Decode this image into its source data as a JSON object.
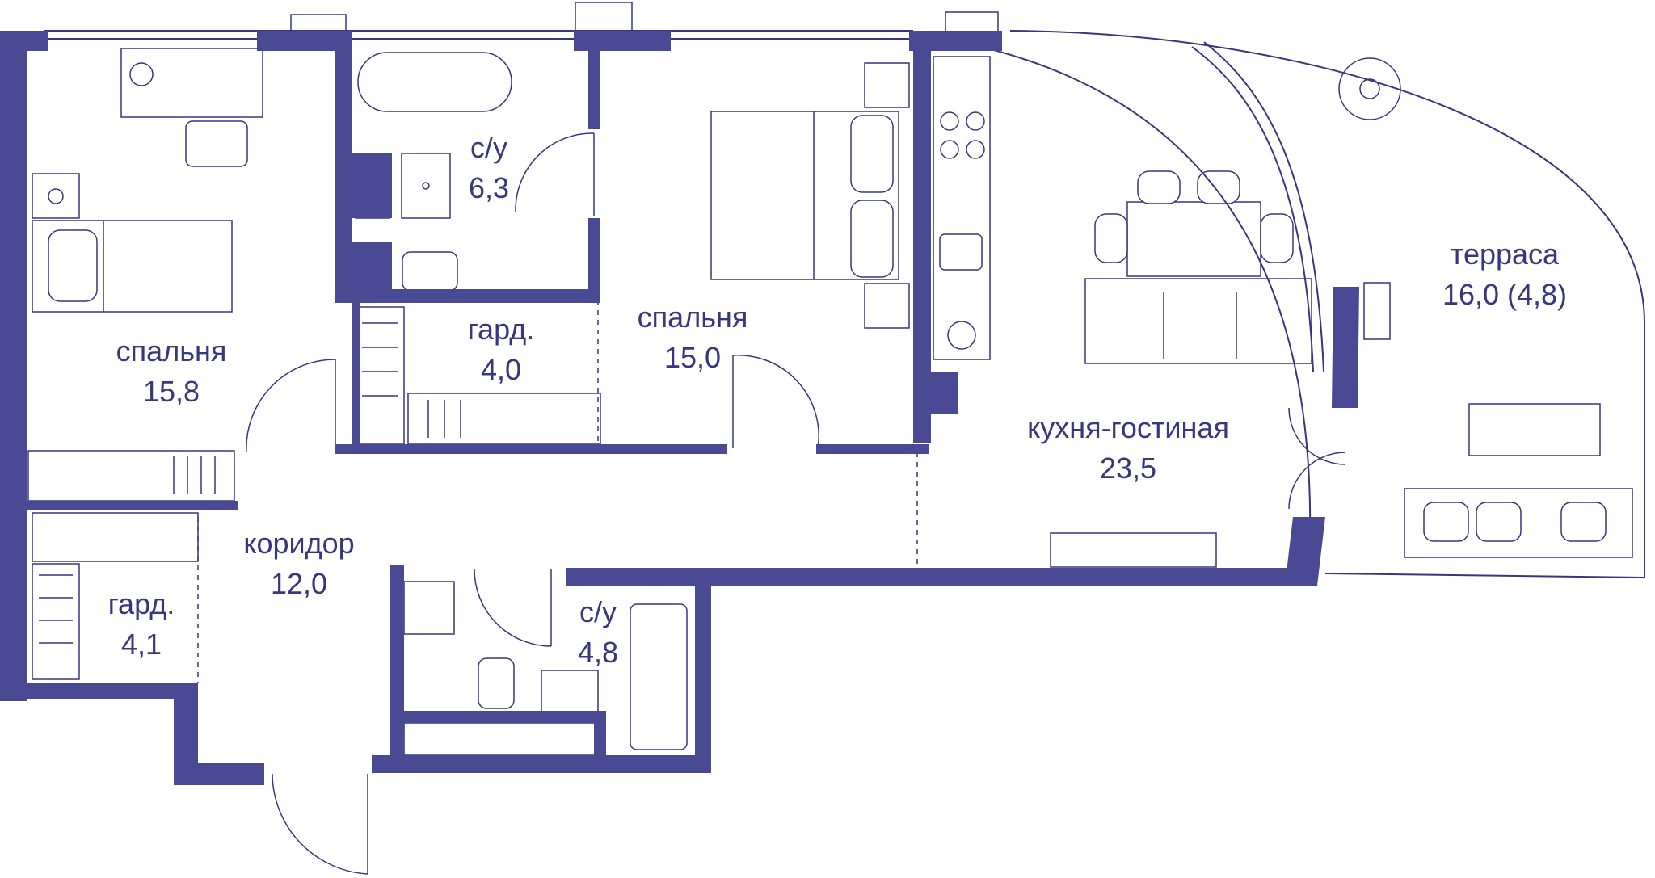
{
  "colors": {
    "wall": "#4a4993",
    "ink": "#37367f",
    "background": "#ffffff"
  },
  "rooms": [
    {
      "id": "bedroom-left",
      "name": "спальня",
      "area": "15,8"
    },
    {
      "id": "bathroom-top",
      "name": "с/у",
      "area": "6,3"
    },
    {
      "id": "wardrobe-mid",
      "name": "гард.",
      "area": "4,0"
    },
    {
      "id": "bedroom-mid",
      "name": "спальня",
      "area": "15,0"
    },
    {
      "id": "kitchen-living",
      "name": "кухня-гостиная",
      "area": "23,5"
    },
    {
      "id": "terrace",
      "name": "терраса",
      "area": "16,0 (4,8)"
    },
    {
      "id": "corridor",
      "name": "коридор",
      "area": "12,0"
    },
    {
      "id": "wardrobe-left",
      "name": "гард.",
      "area": "4,1"
    },
    {
      "id": "bathroom-bottom",
      "name": "с/у",
      "area": "4,8"
    }
  ]
}
